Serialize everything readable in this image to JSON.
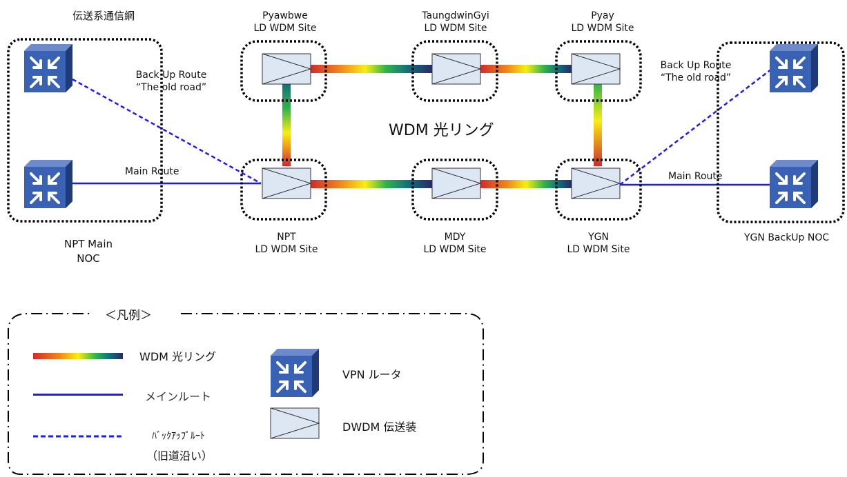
{
  "title": "伝送系通信網",
  "ring_label": "WDM 光リング",
  "sites": {
    "pyawbwe": {
      "name": "Pyawbwe",
      "sub": "LD WDM Site"
    },
    "taungdwingyi": {
      "name": "TaungdwinGyi",
      "sub": "LD WDM Site"
    },
    "pyay": {
      "name": "Pyay",
      "sub": "LD WDM Site"
    },
    "npt": {
      "name": "NPT",
      "sub": "LD WDM Site"
    },
    "mdy": {
      "name": "MDY",
      "sub": "LD WDM Site"
    },
    "ygn": {
      "name": "YGN",
      "sub": "LD WDM Site"
    }
  },
  "nocs": {
    "npt_main": {
      "line1": "NPT Main",
      "line2": "NOC"
    },
    "ygn_backup": {
      "line1": "YGN BackUp NOC"
    }
  },
  "routes": {
    "backup_left": {
      "line1": "Back Up Route",
      "line2": "“The old road”"
    },
    "backup_right": {
      "line1": "Back Up Route",
      "line2": "“The old road”"
    },
    "main_left": "Main Route",
    "main_right": "Main Route"
  },
  "legend": {
    "title": "＜凡例＞",
    "wdm_ring": "WDM 光リング",
    "main_route": "メインルート",
    "backup_route_1": "ﾊﾞｯｸｱｯﾌﾟﾙｰﾄ",
    "backup_route_2": "（旧道沿い）",
    "vpn_router": "VPN ルータ",
    "dwdm": "DWDM 伝送装"
  },
  "colors": {
    "route_blue": "#1a1aff",
    "router_fill": "#2e4f9b",
    "wdm_box_fill": "#dde6f3"
  },
  "icons": [
    "vpn-router-icon",
    "dwdm-device-icon"
  ]
}
